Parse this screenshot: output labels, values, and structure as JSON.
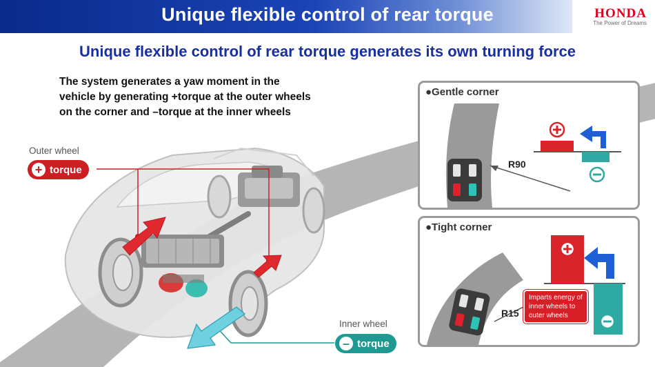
{
  "header": {
    "title": "Unique flexible control of rear torque"
  },
  "brand": {
    "name": "HONDA",
    "tagline": "The Power of Dreams"
  },
  "subtitle": "Unique flexible control of rear torque generates its own turning force",
  "description": [
    "The system generates a yaw moment in the",
    "vehicle by generating +torque at the outer wheels",
    "on the corner and –torque at the inner wheels"
  ],
  "outer_wheel": {
    "label": "Outer wheel",
    "sign": "+",
    "torque": "torque"
  },
  "inner_wheel": {
    "label": "Inner wheel",
    "sign": "–",
    "torque": "torque"
  },
  "panels": {
    "gentle": {
      "title": "●Gentle corner",
      "radius": "R90",
      "plus": "+",
      "minus": "–"
    },
    "tight": {
      "title": "●Tight corner",
      "radius": "R15",
      "plus": "+",
      "minus": "–",
      "callout": [
        "Imparts energy of",
        "inner wheels to",
        "outer wheels"
      ]
    }
  },
  "colors": {
    "header_blue": "#1b44b7",
    "title_blue": "#1a2f9e",
    "torque_red": "#cc1f24",
    "torque_teal": "#1e9a93",
    "arrow_blue": "#1f5fd6",
    "road_gray": "#9c9c9c"
  }
}
